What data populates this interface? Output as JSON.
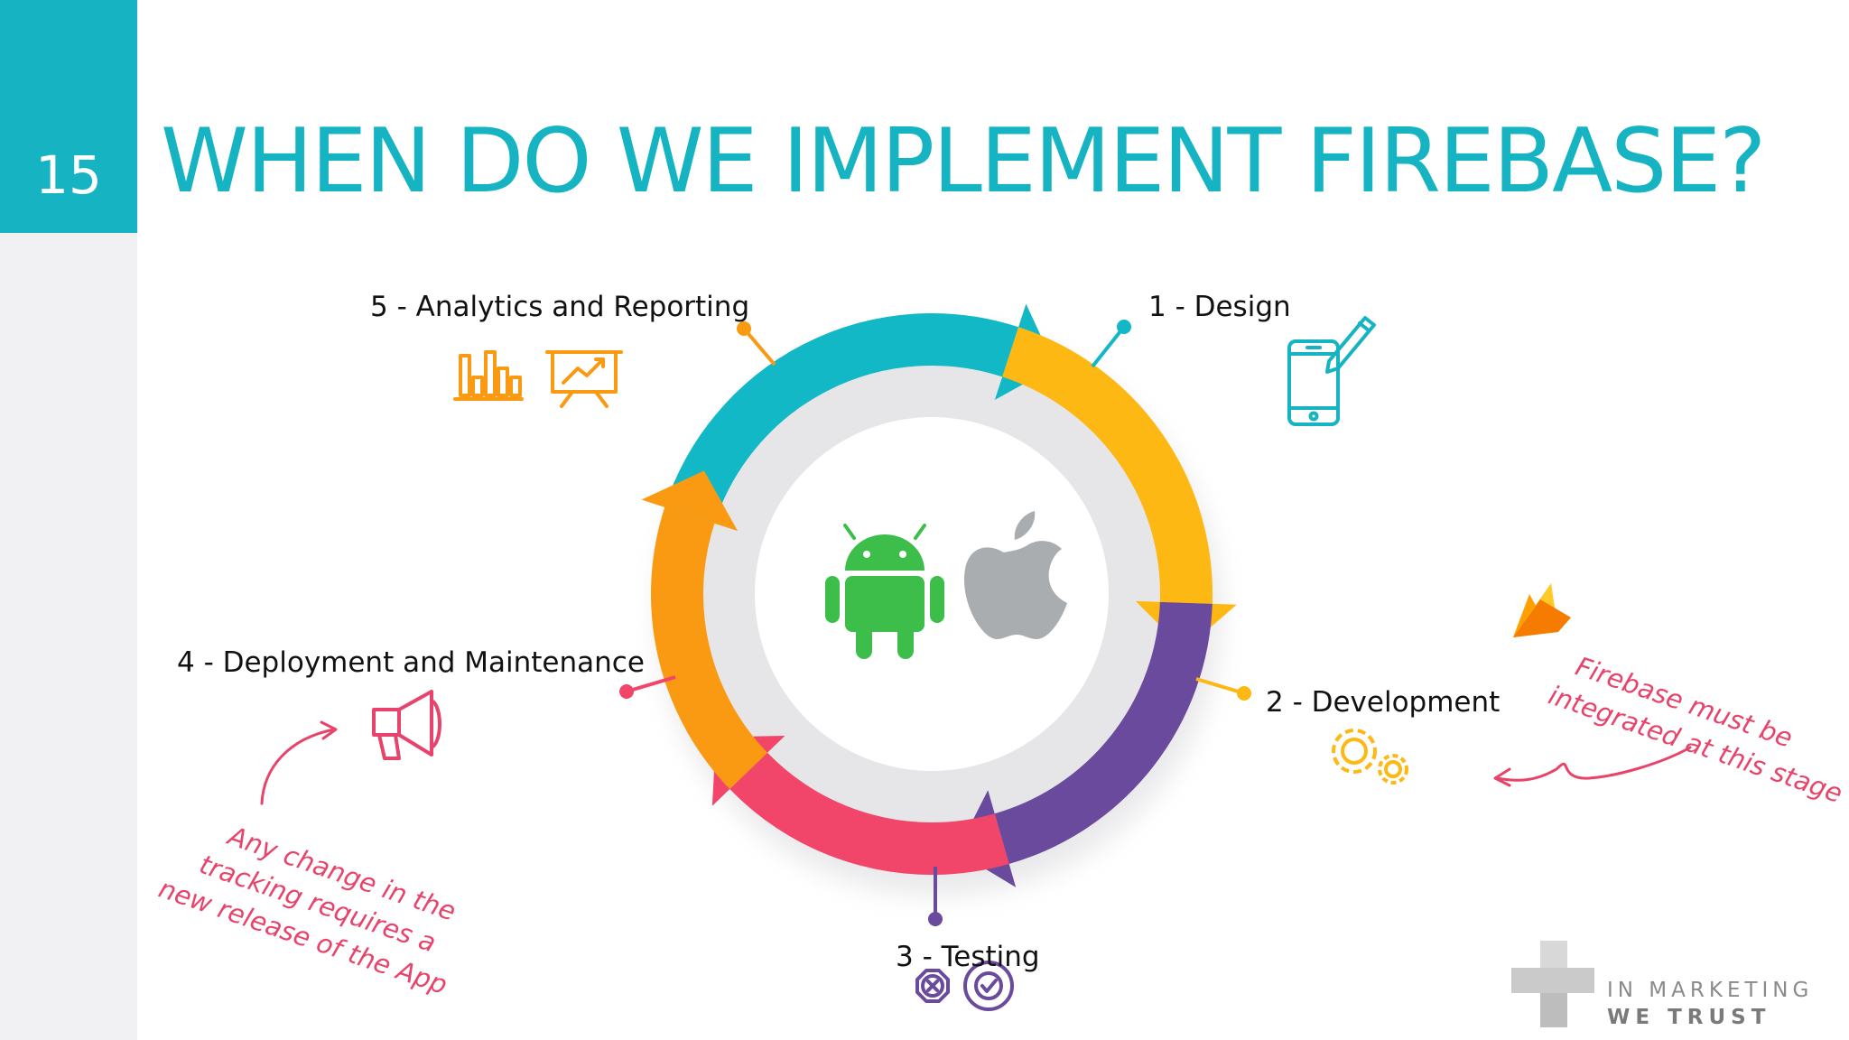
{
  "slide": {
    "number": "15",
    "title": "WHEN DO WE IMPLEMENT FIREBASE?"
  },
  "stages": [
    {
      "label": "1 - Design",
      "icon": "smartphone-pen-icon"
    },
    {
      "label": "2 - Development",
      "icon": "gears-icon"
    },
    {
      "label": "3 - Testing",
      "icon": "cross-check-badges-icon"
    },
    {
      "label": "4 - Deployment and Maintenance",
      "icon": "megaphone-icon"
    },
    {
      "label": "5 - Analytics and Reporting",
      "icon": "bar-chart-presentation-icon"
    }
  ],
  "center_icons": [
    "android-logo-icon",
    "apple-logo-icon"
  ],
  "notes": {
    "firebase": [
      "Firebase must be",
      "integrated at this stage"
    ],
    "tracking": [
      "Any change in the",
      "tracking requires a",
      "new release of the App"
    ]
  },
  "brand": {
    "line1": "IN MARKETING",
    "line2": "WE TRUST"
  },
  "colors": {
    "accent": "#16b4c2",
    "design": "#12b8c6",
    "development": "#fdb813",
    "testing": "#6a4a9c",
    "deployment": "#f2456a",
    "analytics": "#f99a12",
    "note": "#e8446b"
  }
}
